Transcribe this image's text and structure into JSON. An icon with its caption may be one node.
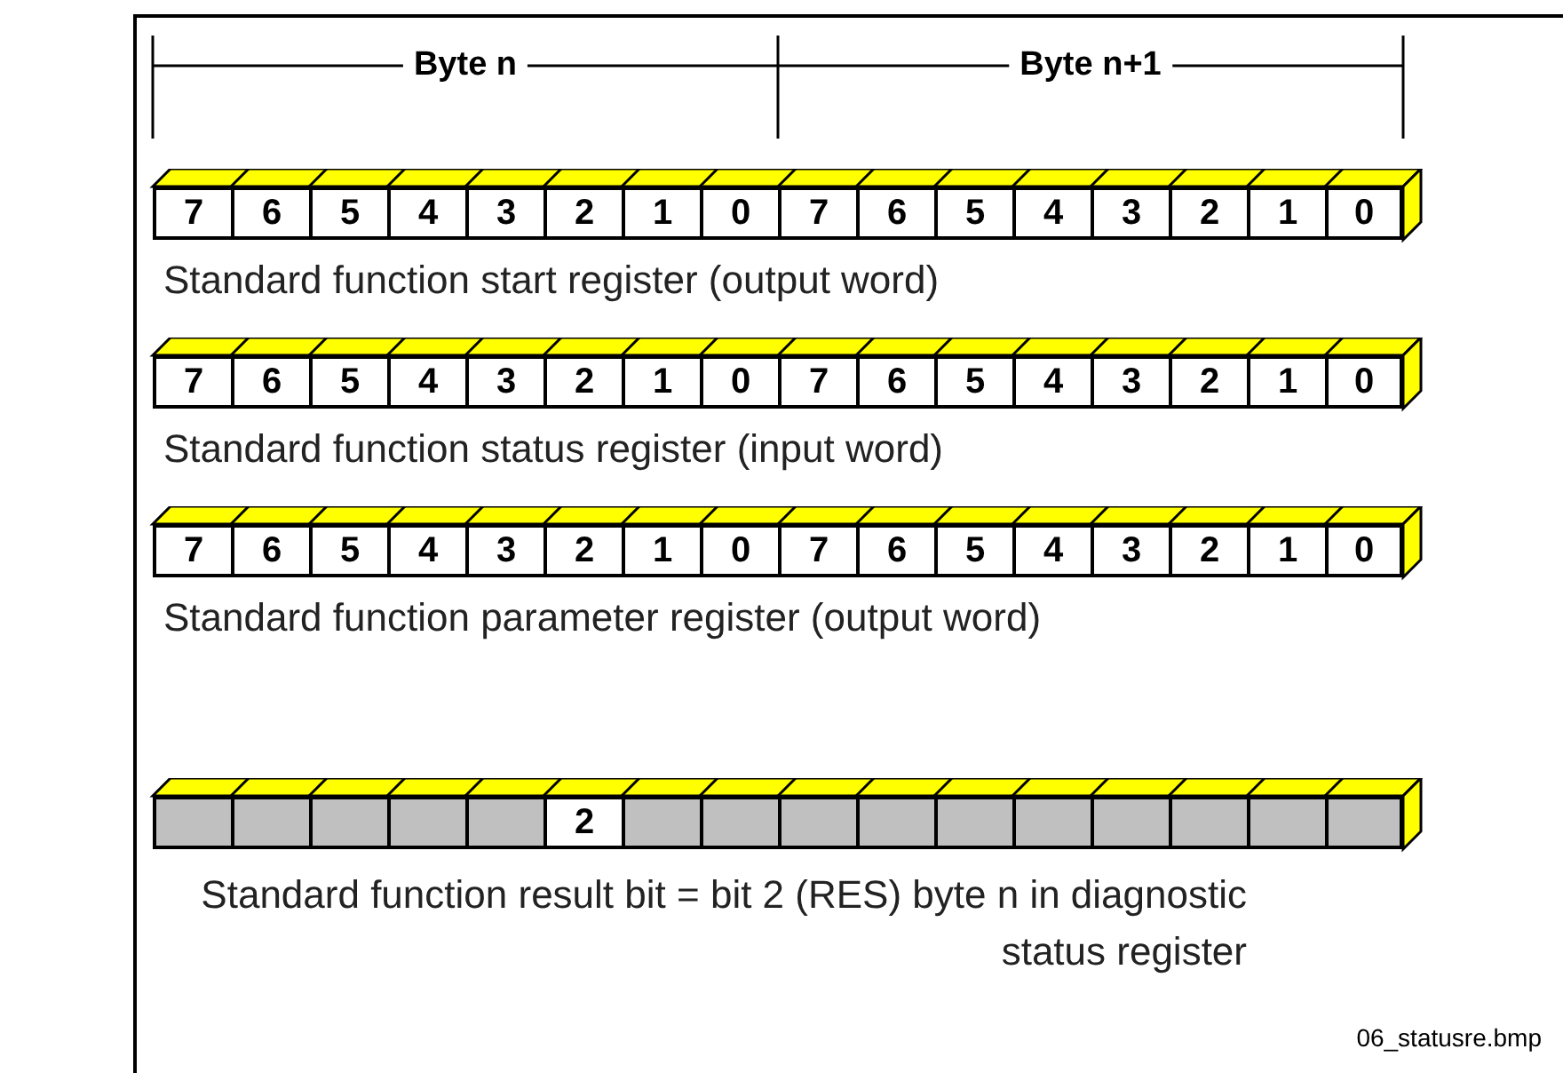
{
  "diagram": {
    "labels": [
      "Byte n",
      "Byte n+1",
      "7",
      "6",
      "5",
      "4",
      "3",
      "2",
      "1",
      "0",
      "7",
      "6",
      "5",
      "4",
      "3",
      "2",
      "1",
      "0",
      "Standard function start register (output word)",
      "7",
      "6",
      "5",
      "4",
      "3",
      "2",
      "1",
      "0",
      "7",
      "6",
      "5",
      "4",
      "3",
      "2",
      "1",
      "0",
      "Standard function status register (input word)",
      "7",
      "6",
      "5",
      "4",
      "3",
      "2",
      "1",
      "0",
      "7",
      "6",
      "5",
      "4",
      "3",
      "2",
      "1",
      "0",
      "Standard function parameter register (output word)",
      "2",
      "Standard function result bit = bit 2 (RES) byte n in diagnostic status register",
      "06_statusre.bmp"
    ]
  }
}
